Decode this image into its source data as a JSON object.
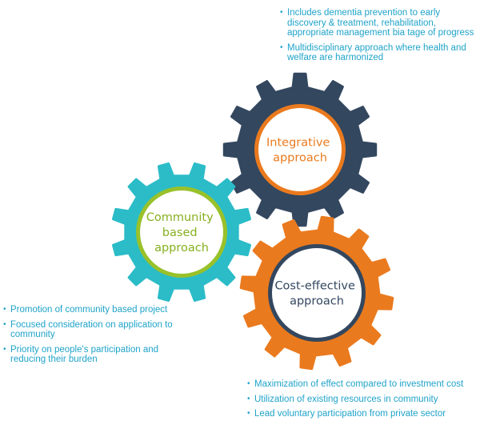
{
  "gears": [
    {
      "id": "integrative",
      "label_lines": [
        "Integrative",
        "approach"
      ],
      "gear_color": "#33475f",
      "ring_color": "#ea7a1e",
      "text_color": "#ea7a1e"
    },
    {
      "id": "community",
      "label_lines": [
        "Community",
        "based",
        "approach"
      ],
      "gear_color": "#2bbcc8",
      "ring_color": "#99c12a",
      "text_color": "#87b020"
    },
    {
      "id": "cost",
      "label_lines": [
        "Cost-effective",
        "approach"
      ],
      "gear_color": "#ea7a1e",
      "ring_color": "#33475f",
      "text_color": "#33475f"
    }
  ],
  "lists": {
    "integrative": [
      "Includes dementia prevention to early discovery & treatment, rehabilitation, appropriate management bia tage of progress",
      "Multidisciplinary approach where health and welfare are harmonized"
    ],
    "community": [
      "Promotion of community based project",
      "Focused consideration on application to community",
      "Priority on people's participation and reducing their burden"
    ],
    "cost": [
      "Maximization of effect compared to investment cost",
      "Utilization of existing resources in community",
      "Lead voluntary participation from private sector"
    ]
  },
  "text_color": "#1fa3c9"
}
